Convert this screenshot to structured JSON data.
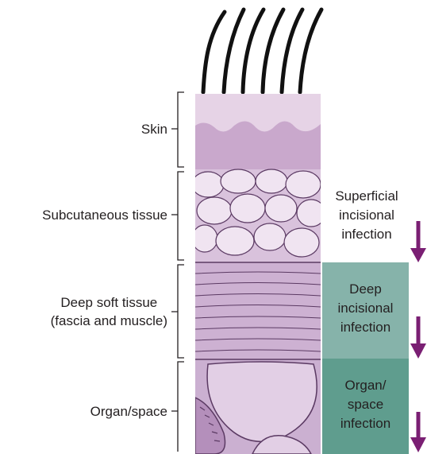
{
  "layer_labels": {
    "skin": "Skin",
    "subcutaneous": "Subcutaneous tissue",
    "deep_line1": "Deep soft tissue",
    "deep_line2": "(fascia and muscle)",
    "organ": "Organ/space"
  },
  "infection_labels": {
    "superficial": [
      "Superficial",
      "incisional",
      "infection"
    ],
    "deep": [
      "Deep",
      "incisional",
      "infection"
    ],
    "organ_space": [
      "Organ/",
      "space",
      "infection"
    ]
  },
  "colors": {
    "skin_top": "#e6d3e6",
    "skin_dermis": "#c9a8cc",
    "fat_bg": "#d9c2dc",
    "fat_lobule": "#f0e4f1",
    "muscle": "#cdb1d2",
    "organ": "#d9c2dc",
    "outline": "#5b3a63",
    "hair": "#111111",
    "arrow": "#7a1f73",
    "deep_box": "#86b3aa",
    "organ_box": "#5f9d8e",
    "bracket": "#231f20"
  }
}
